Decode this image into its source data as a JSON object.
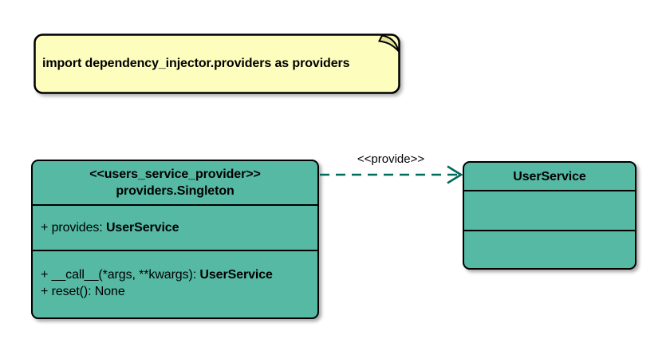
{
  "colors": {
    "class_fill": "#55B9A4",
    "note_fill": "#FDFDBE",
    "note_fold": "#E3E39B",
    "arrow": "#006B58",
    "border": "#000000"
  },
  "note": {
    "text": "import dependency_injector.providers as providers"
  },
  "provider_class": {
    "stereotype": "<<users_service_provider>>",
    "name": "providers.Singleton",
    "attributes": [
      {
        "prefix": "+ provides: ",
        "type": "UserService"
      }
    ],
    "methods": [
      {
        "prefix": "+ __call__(*args, **kwargs): ",
        "type": "UserService"
      },
      {
        "prefix": "+ reset(): None",
        "type": ""
      }
    ]
  },
  "service_class": {
    "name": "UserService"
  },
  "edge": {
    "label": "<<provide>>"
  }
}
